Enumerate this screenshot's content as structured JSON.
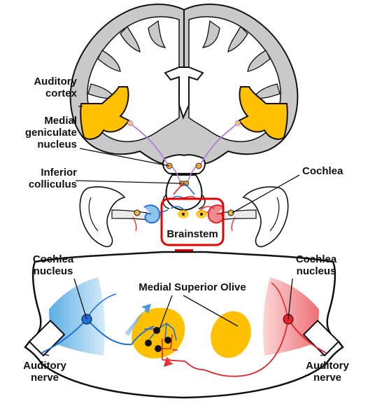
{
  "labels": {
    "auditory_cortex": [
      "Auditory",
      "cortex"
    ],
    "medial_geniculate_nucleus": [
      "Medial",
      "geniculate",
      "nucleus"
    ],
    "inferior_colliculus": [
      "Inferior",
      "colliculus"
    ],
    "cochlea": "Cochlea",
    "brainstem": "Brainstem",
    "cochlea_nucleus_left": [
      "Cochlea",
      "nucleus"
    ],
    "cochlea_nucleus_right": [
      "Cochlea",
      "nucleus"
    ],
    "medial_superior_olive": "Medial Superior Olive",
    "auditory_nerve_left": [
      "Auditory",
      "nerve"
    ],
    "auditory_nerve_right": [
      "Auditory",
      "nerve"
    ]
  },
  "colors": {
    "cortex_gray": "#c8c8c8",
    "auditory_yellow": "#ffc000",
    "pathway_purple": "#b07fd6",
    "left_blue": "#1e6fd9",
    "right_red": "#e8232a",
    "cochlea_blue_region": "#8cc4ea",
    "cochlea_red_region": "#f08a8e",
    "highlight_red": "#e60000"
  }
}
